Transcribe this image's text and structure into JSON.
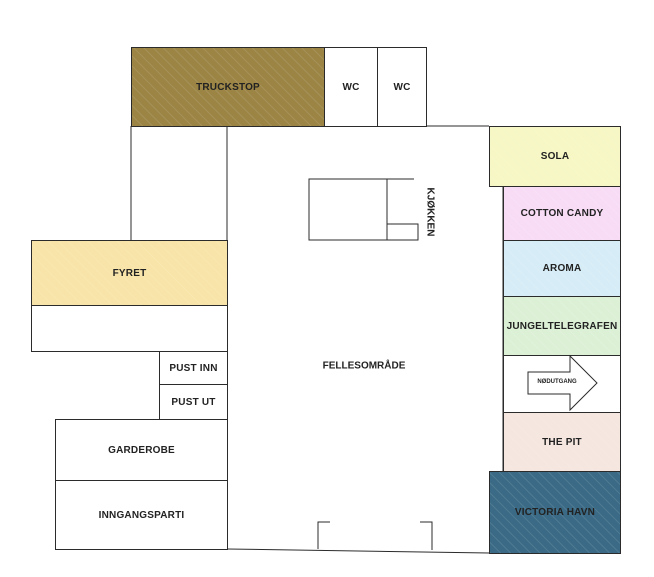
{
  "rooms": {
    "truckstop": "TRUCKSTOP",
    "wc_1": "WC",
    "wc_2": "WC",
    "sola": "SOLA",
    "cotton_candy": "COTTON CANDY",
    "aroma": "AROMA",
    "jungeltelegrafen": "JUNGELTELEGRAFEN",
    "nodutgang": "NØDUTGANG",
    "the_pit": "THE PIT",
    "victoria_havn": "VICTORIA HAVN",
    "fyret": "FYRET",
    "pust_inn": "PUST INN",
    "pust_ut": "PUST UT",
    "garderobe": "GARDEROBE",
    "inngangsparti": "INNGANGSPARTI",
    "fellesomrade": "FELLESOMRÅDE",
    "kjokken": "KJØKKEN"
  },
  "colors": {
    "truckstop": "#9b8444",
    "sola": "#f6f7c4",
    "cotton_candy": "#f8dcf6",
    "aroma": "#d6ecf6",
    "jungeltelegrafen": "#dcf0d6",
    "the_pit": "#f5e6df",
    "victoria_havn": "#3a6a85",
    "fyret": "#f8e4a8",
    "walls": "#2b2b2b"
  }
}
